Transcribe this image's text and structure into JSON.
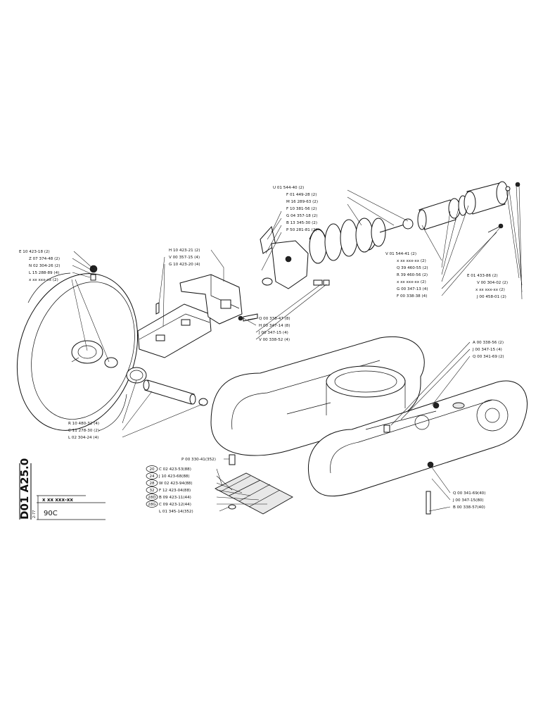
{
  "title_block": {
    "code": "D01 A25.0",
    "reference": "x xx xxx-xx",
    "model": "90C",
    "date": "2-77"
  },
  "groups": {
    "wheel": [
      "E 10 423-18 (2)",
      "Z 07 374-48 (2)",
      "N 02 304-26 (2)",
      "L 15 288-89 (4)",
      "x xx xxx-xx (2)"
    ],
    "bracket": [
      "H 10 423-21 (2)",
      "V 00 357-15 (4)",
      "G 10 423-20 (4)"
    ],
    "bracket_bolts": [
      "Q 00 338-47 (8)",
      "H 00 347-14 (8)",
      "J 00 347-15 (4)",
      "V 00 338-52 (4)"
    ],
    "spring": [
      "U 01 544-40 (2)",
      "F 01 449-28 (2)",
      "M 16 289-63 (2)",
      "F 10 381-56 (2)",
      "G 04 357-18 (2)",
      "B 13 345-30 (2)",
      "P 50 281-81 (2)"
    ],
    "cylinder": [
      "V 01 544-41 (2)",
      "x xx xxx-xx (2)",
      "Q 39 460-55 (2)",
      "R 39 460-56 (2)",
      "x xx xxx-xx (2)",
      "G 00 347-13 (4)",
      "F 00 338-38 (4)"
    ],
    "cylinder_right": [
      "E 01 433-86 (2)",
      "V 00 304-02 (2)",
      "x xx xxx-xx (2)",
      "J 00 458-01 (2)"
    ],
    "axle": [
      "R 10 480-32 (4)",
      "C 11 278-30 (2)",
      "L 02 304-24 (4)"
    ],
    "track_upper": [
      "A 00 338-56 (2)",
      "J 00 347-15 (4)",
      "Q 00 341-69 (2)"
    ],
    "track_lower": [
      "Q 00 341-69(40)",
      "J 00 347-15(80)",
      "B 00 338-57(40)"
    ],
    "shoe": [
      "P 00 330-41(352)",
      "C 02 423-53(88)",
      "J 10 423-68(88)",
      "W 02 423-94(88)",
      "F 12 423-04(88)",
      "B 09 423-11(44)",
      "C 09 423-12(44)",
      "L 01 345-14(352)"
    ],
    "shoe_markers": [
      "20",
      "24",
      "28",
      "32",
      "28D",
      "28G"
    ]
  }
}
